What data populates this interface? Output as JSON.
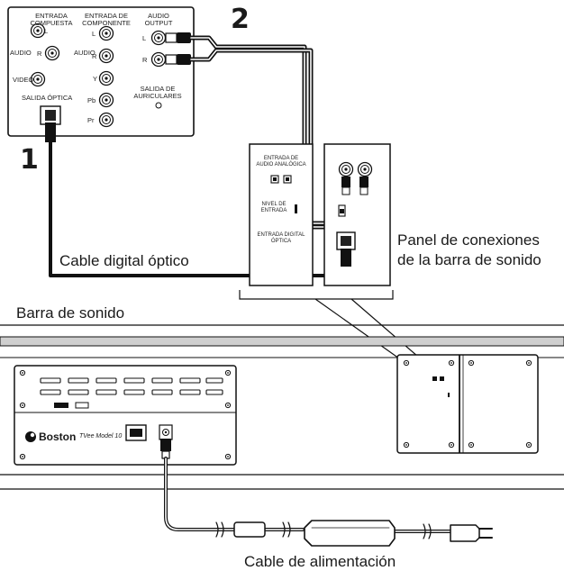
{
  "steps": {
    "one": "1",
    "two": "2"
  },
  "tv_panel": {
    "composite_input": "ENTRADA COMPUESTA",
    "component_input": "ENTRADA DE COMPONENTE",
    "audio_output": "AUDIO OUTPUT",
    "audio": "AUDIO",
    "video": "VIDEO",
    "optical_out": "SALIDA ÓPTICA",
    "headphone_out": "SALIDA DE AURICULARES",
    "jack_l": "L",
    "jack_r": "R",
    "jack_y": "Y",
    "jack_pb": "Pb",
    "jack_pr": "Pr"
  },
  "detail_panel": {
    "audio_input": "ENTRADA DE AUDIO ANALÓGICA",
    "level": "NIVEL DE ENTRADA",
    "digital_input": "ENTRADA DIGITAL ÓPTICA"
  },
  "captions": {
    "optical_cable": "Cable digital óptico",
    "panel_line1": "Panel de conexiones",
    "panel_line2": "de la barra de sonido",
    "soundbar": "Barra de sonido",
    "power_cable": "Cable de alimentación"
  },
  "soundbar": {
    "brand": "Boston",
    "model": "TVee Model 10"
  }
}
